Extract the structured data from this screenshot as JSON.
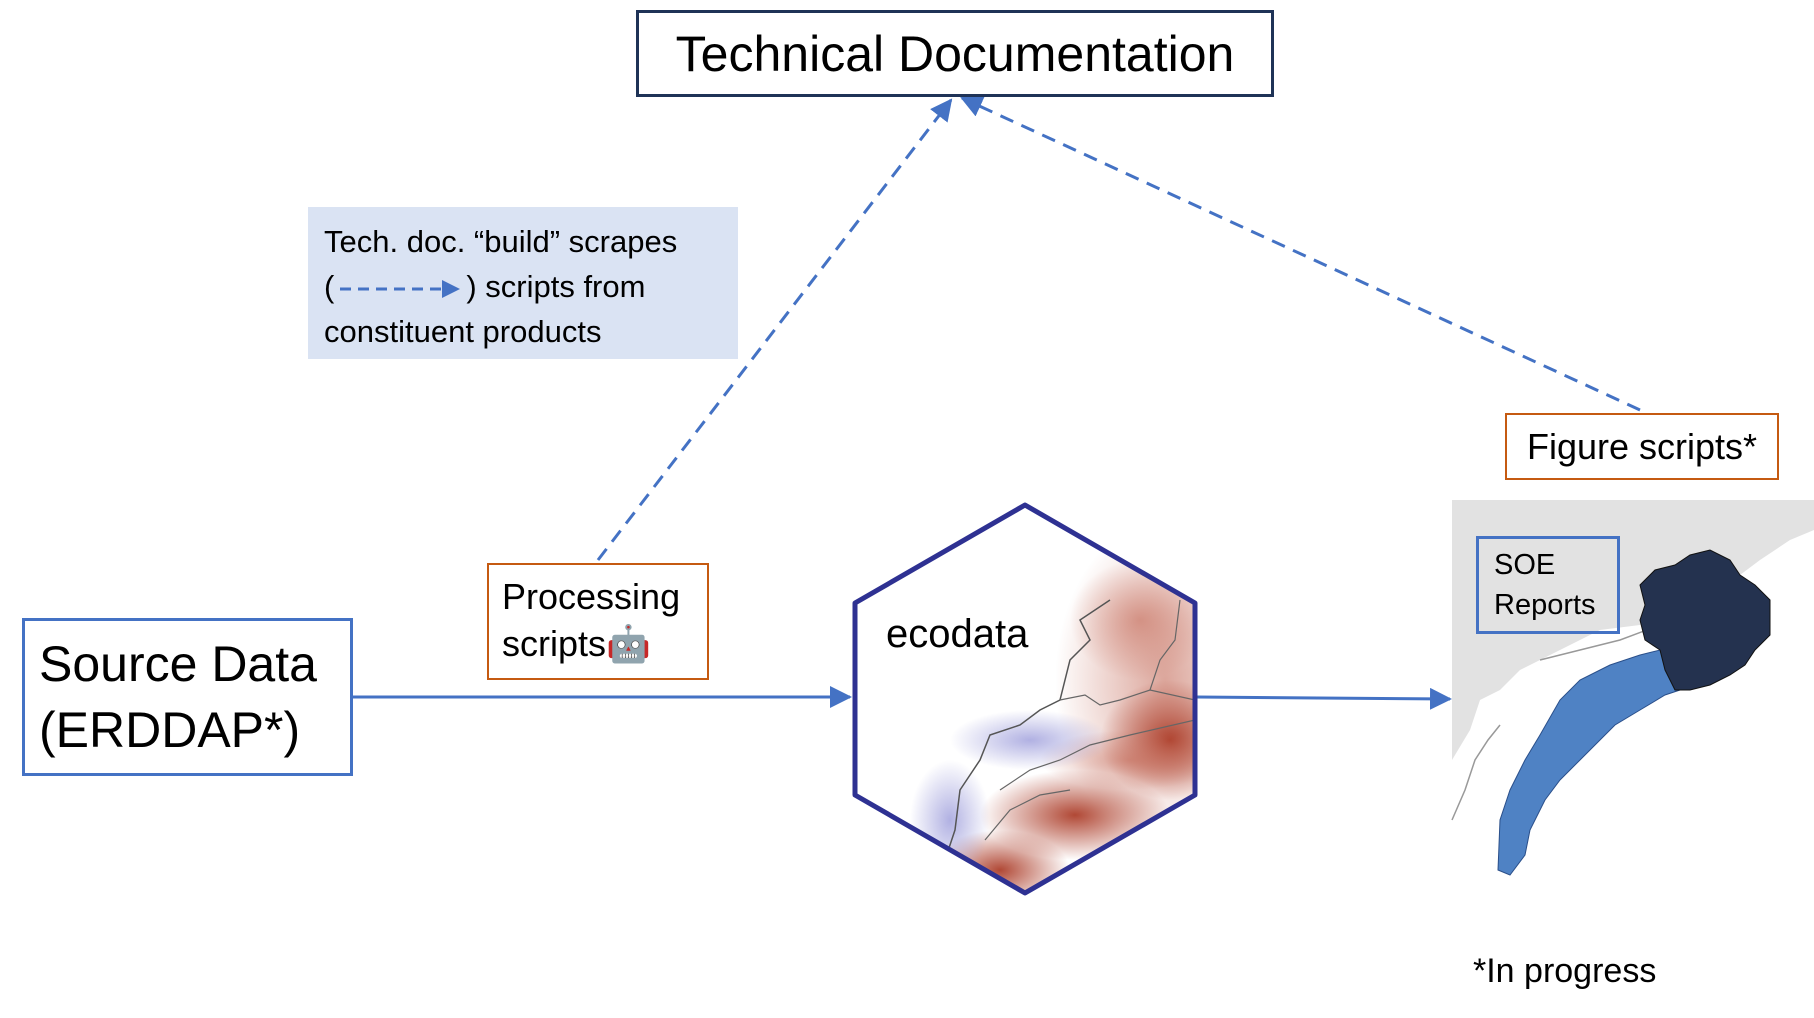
{
  "title": "Technical Documentation",
  "note": {
    "line1": "Tech. doc. “build” scrapes",
    "line2_open": "(",
    "line2_rest": ") scripts from",
    "line3": "constituent products"
  },
  "processing": {
    "line1": "Processing",
    "line2": "scripts",
    "emoji": "🤖"
  },
  "figure_scripts": "Figure scripts*",
  "source": {
    "line1": "Source Data",
    "line2": "(ERDDAP*)"
  },
  "ecodata_label": "ecodata",
  "soe": {
    "line1": "SOE",
    "line2": "Reports"
  },
  "footnote": "*In progress",
  "colors": {
    "arrow_blue": "#4472c4",
    "title_border": "#1f3357",
    "orange_border": "#c55a11",
    "note_fill": "#dae3f3",
    "hex_border": "#2e3192",
    "map_dark": "#24324f",
    "map_mid": "#4f82c4",
    "map_land": "#e2e2e2"
  }
}
